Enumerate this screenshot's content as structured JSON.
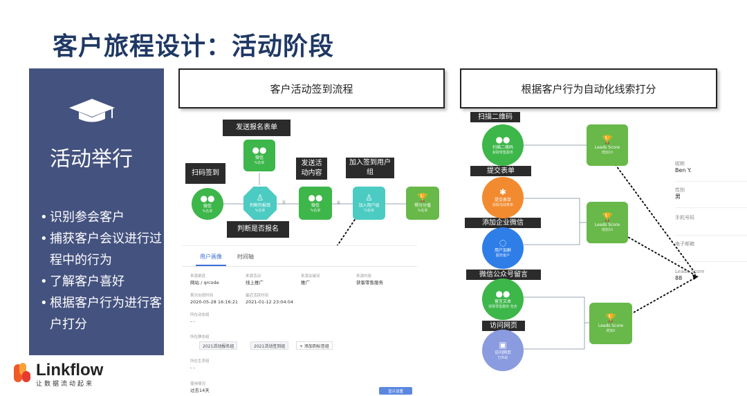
{
  "title": "客户旅程设计：活动阶段",
  "side": {
    "heading": "活动举行",
    "bullets": [
      "识别参会客户",
      "捕获客户会议进行过程中的行为",
      "了解客户喜好",
      "根据客户行为进行客户打分"
    ],
    "icon": "graduation-cap-icon"
  },
  "logo": {
    "name": "Linkflow",
    "tagline": "让数据流动起来"
  },
  "left_section": {
    "title": "客户活动签到流程",
    "labels": {
      "send_form": "发送报名表单",
      "scan_signin": "扫码签到",
      "send_content": "发送活动内容",
      "join_group": "加入签到用户组",
      "judge_signup": "判断是否报名"
    },
    "nodes": {
      "wechat_top": {
        "name": "微信",
        "sub": "%名单"
      },
      "wechat_left": {
        "name": "微信",
        "sub": "%名单"
      },
      "judge": {
        "name": "判断的报错",
        "sub": "%名单"
      },
      "wechat_mid": {
        "name": "微信",
        "sub": "%名单"
      },
      "group": {
        "name": "加入用户组",
        "sub": "%名单"
      },
      "score": {
        "name": "得分分值",
        "sub": "%名单"
      }
    },
    "connectors": {
      "yes": "是",
      "no": "否"
    },
    "profile": {
      "tabs": [
        "用户画像",
        "时间轴"
      ],
      "fields": [
        {
          "k": "来源渠道",
          "v": "网站 / qrcode"
        },
        {
          "k": "来源活动",
          "v": "线上推广"
        },
        {
          "k": "来源关键词",
          "v": "推广"
        },
        {
          "k": "来源内容",
          "v": "获客零售服务"
        },
        {
          "k": "首次出现时间",
          "v": "2020-05-28 16:16:21"
        },
        {
          "k": "最近活跃时间",
          "v": "2021-01-12 23:04:04"
        },
        {
          "k": "所在动态组",
          "v": "- -"
        },
        {
          "k": "所在静态组",
          "v": ""
        },
        {
          "k": "所在生序组",
          "v": "- -"
        },
        {
          "k": "使用情况",
          "v": "过去14天"
        }
      ],
      "tags": [
        "2021活动报名组",
        "2021活动签到组"
      ],
      "add_tag": "+ 添加到标签组",
      "view_btn": "显示设置"
    }
  },
  "right_section": {
    "title": "根据客户行为自动化线索打分",
    "labels": {
      "scan_qr": "扫描二维码",
      "submit_form": "提交表单",
      "add_wecom": "添加企业微信",
      "wechat_msg": "微信公众号留言",
      "visit_page": "访问网页"
    },
    "nodes": {
      "scan": {
        "name": "扫描二维码",
        "sub": "获取零售服务"
      },
      "form": {
        "name": "提交表单",
        "sub": "获取活动表单"
      },
      "wecom": {
        "name": "用户加群",
        "sub": "服务客户"
      },
      "msg": {
        "name": "留言文本",
        "sub": "获取零售服务 包含"
      },
      "visit": {
        "name": "访问网页",
        "sub": "已匹配"
      },
      "score1": {
        "name": "Leads Score",
        "sub": "增加10"
      },
      "score2": {
        "name": "Leads Score",
        "sub": "增加10"
      },
      "score3": {
        "name": "Leads Score",
        "sub": "增加5"
      }
    },
    "user": {
      "fields": [
        {
          "k": "昵称",
          "v": "Ben Y."
        },
        {
          "k": "性别",
          "v": "男"
        },
        {
          "k": "手机号码",
          "v": ""
        },
        {
          "k": "电子邮箱",
          "v": ""
        },
        {
          "k": "Leads Score",
          "v": "88"
        }
      ]
    }
  },
  "colors": {
    "title": "#1f3864",
    "panel": "#44527f",
    "green": "#3db64a",
    "light_green": "#69b84a",
    "teal": "#4ccbc2",
    "orange": "#f28a2f",
    "blue": "#2f7ee8",
    "lavender": "#8a9be0"
  }
}
